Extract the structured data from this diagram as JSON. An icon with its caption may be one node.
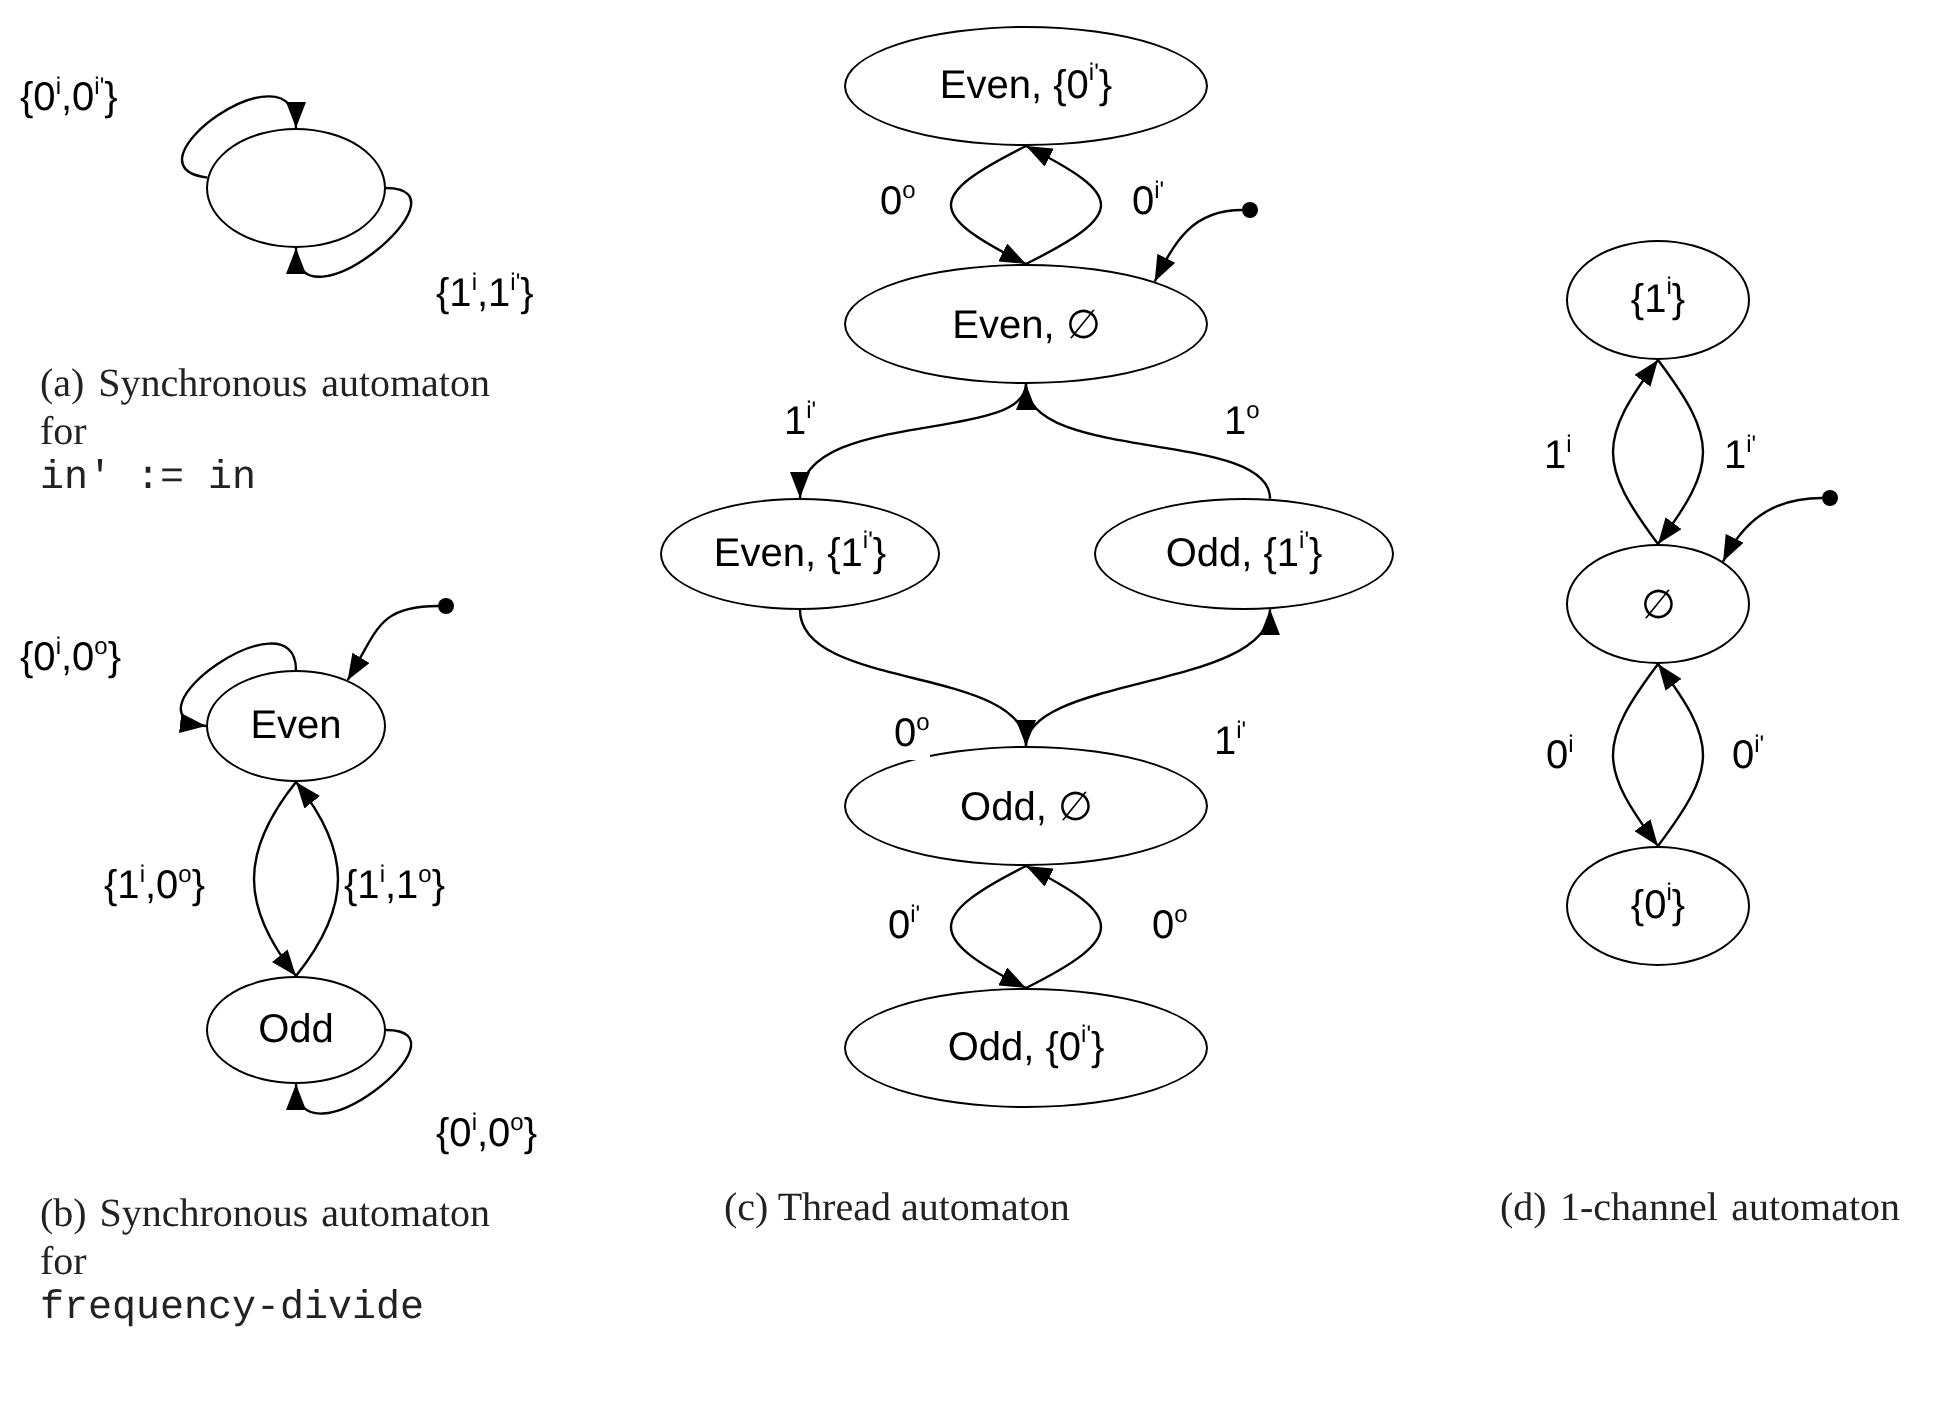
{
  "diagram": {
    "nodes": [
      {
        "text": [],
        "shape": "ellipse"
      },
      {
        "text": [],
        "shape": "dot"
      },
      {
        "text": [
          "Even"
        ]
      },
      {
        "text": [
          "Odd"
        ]
      },
      {
        "text": [
          "Even, {0$^{i'}$}"
        ]
      },
      {
        "text": [],
        "shape": "dot"
      },
      {
        "text": [
          "Even, ∅"
        ]
      },
      {
        "text": [
          "Even, {1$^{i'}$}"
        ]
      },
      {
        "text": [
          "Odd, {1$^{i'}$}"
        ]
      },
      {
        "text": [
          "Odd, ∅"
        ]
      },
      {
        "text": [
          "Odd, {0$^{i'}$}"
        ]
      },
      {
        "text": [
          "{1$^{i}$}"
        ]
      },
      {
        "text": [],
        "shape": "dot"
      },
      {
        "text": [
          "∅"
        ]
      },
      {
        "text": [
          "{0$^{i}$}"
        ]
      }
    ],
    "edges": [
      {
        "from": 0,
        "to": 0,
        "arrow": "to",
        "label": "{0$^{i}$,0$^{i'}$}"
      },
      {
        "from": 0,
        "to": 0,
        "arrow": "to",
        "label": "{1$^{i}$,1$^{i'}$}"
      },
      {
        "from": 1,
        "to": 2,
        "arrow": "to"
      },
      {
        "from": 2,
        "to": 2,
        "arrow": "to",
        "label": "{0$^{i}$,0$^{o}$}"
      },
      {
        "from": 2,
        "to": 3,
        "arrow": "to",
        "label": "{1$^{i}$,0$^{o}$}"
      },
      {
        "from": 3,
        "to": 2,
        "arrow": "to",
        "label": "{1$^{i}$,1$^{o}$}"
      },
      {
        "from": 3,
        "to": 3,
        "arrow": "to",
        "label": "{0$^{i}$,0$^{o}$}"
      },
      {
        "from": 6,
        "to": 4,
        "arrow": "to",
        "label": "0$^{i'}$"
      },
      {
        "from": 4,
        "to": 6,
        "arrow": "to",
        "label": "0$^{o}$"
      },
      {
        "from": 5,
        "to": 6,
        "arrow": "to"
      },
      {
        "from": 6,
        "to": 7,
        "arrow": "to",
        "label": "1$^{i'}$"
      },
      {
        "from": 8,
        "to": 6,
        "arrow": "to",
        "label": "1$^{o}$"
      },
      {
        "from": 7,
        "to": 9,
        "arrow": "to",
        "label": "0$^{o}$"
      },
      {
        "from": 9,
        "to": 8,
        "arrow": "to",
        "label": "1$^{i'}$"
      },
      {
        "from": 9,
        "to": 10,
        "arrow": "to",
        "label": "0$^{i'}$"
      },
      {
        "from": 10,
        "to": 9,
        "arrow": "to",
        "label": "0$^{o}$"
      },
      {
        "from": 13,
        "to": 11,
        "arrow": "to",
        "label": "1$^{i}$"
      },
      {
        "from": 11,
        "to": 13,
        "arrow": "to",
        "label": "1$^{i'}$"
      },
      {
        "from": 12,
        "to": 13,
        "arrow": "to"
      },
      {
        "from": 13,
        "to": 14,
        "arrow": "to",
        "label": "0$^{i}$"
      },
      {
        "from": 14,
        "to": 13,
        "arrow": "to",
        "label": "0$^{i'}$"
      }
    ],
    "labels": [
      "(a) Synchronous automaton for",
      "in′ := in",
      "(b) Synchronous automaton for",
      "frequency-divide",
      "(c) Thread automaton",
      "(d) 1-channel automaton"
    ]
  }
}
